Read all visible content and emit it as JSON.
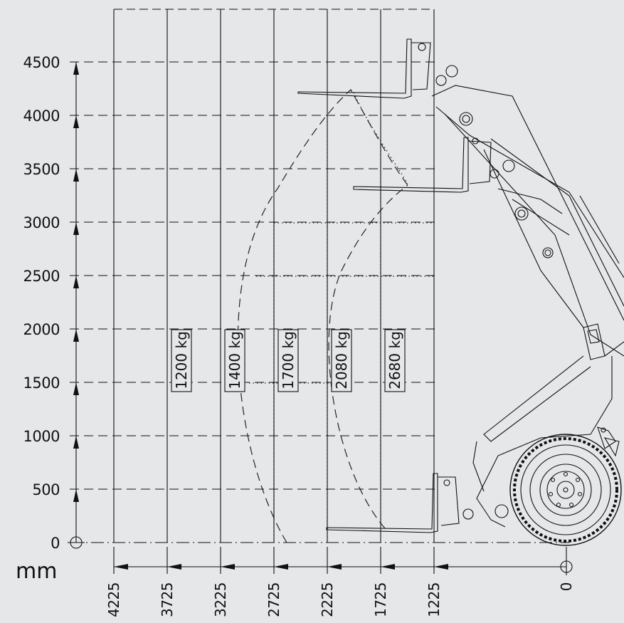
{
  "chart_data": {
    "type": "diagram",
    "unit_label": "mm",
    "y_ticks": [
      "0",
      "500",
      "1000",
      "1500",
      "2000",
      "2500",
      "3000",
      "3500",
      "4000",
      "4500"
    ],
    "x_ticks": [
      "4225",
      "3725",
      "3225",
      "2725",
      "2225",
      "1725",
      "1225",
      "0"
    ],
    "capacity_labels": [
      "1200 kg",
      "1400 kg",
      "1700 kg",
      "2080 kg",
      "2680 kg"
    ],
    "colors": {
      "background": "#e6e7e9",
      "ink": "#111111"
    }
  }
}
